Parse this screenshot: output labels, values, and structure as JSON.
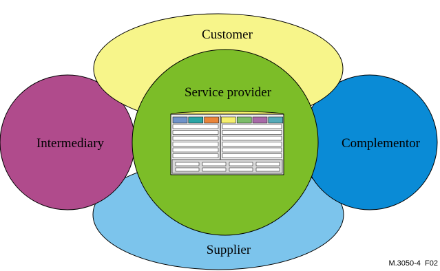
{
  "diagram": {
    "customer": {
      "label": "Customer",
      "color": "#f7f58a"
    },
    "intermediary": {
      "label": "Intermediary",
      "color": "#b04b8c"
    },
    "complementor": {
      "label": "Complementor",
      "color": "#0a8bd6"
    },
    "supplier": {
      "label": "Supplier",
      "color": "#7cc4ec"
    },
    "service_provider": {
      "label": "Service provider",
      "color": "#7cbd28"
    },
    "table_header_colors": [
      "#6f93c9",
      "#2aa5a5",
      "#e9853a",
      "#f5ef6e",
      "#7cbd6a",
      "#a86aa8",
      "#55aab8"
    ],
    "figure_id": "M.3050-4  F02"
  }
}
